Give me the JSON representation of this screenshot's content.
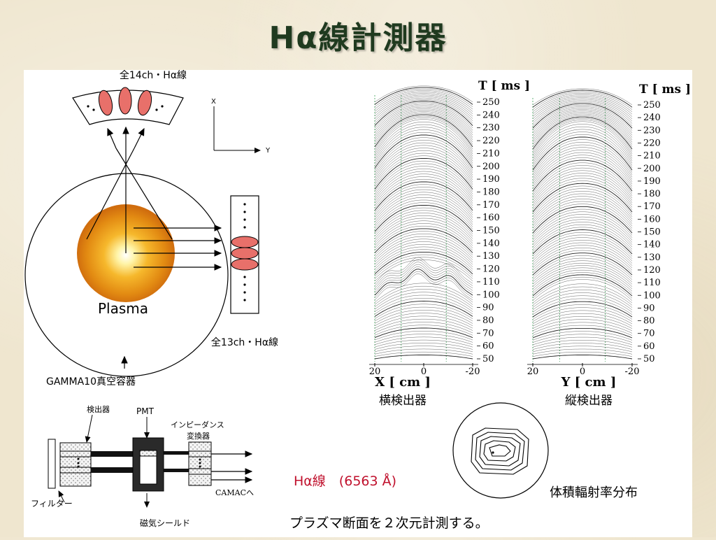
{
  "title": "Hα線計測器",
  "geometry": {
    "top_label": "全14ch・Hα線",
    "side_label": "全13ch・Hα線",
    "plasma_label": "Plasma",
    "vessel_label": "GAMMA10真空容器",
    "axis_x": "X",
    "axis_y": "Y"
  },
  "circuit": {
    "detector_label": "検出器",
    "pmt_label": "PMT",
    "impedance_label_1": "インピーダンス",
    "impedance_label_2": "変換器",
    "camac_label": "CAMACへ",
    "filter_label": "フィルター",
    "shield_label": "磁気シールド"
  },
  "halpha_note": "Hα線　(6563 Å)",
  "contour_label": "体積輻射率分布",
  "caption": "プラズマ断面を２次元計測する。",
  "chart_data": [
    {
      "type": "line",
      "title": "",
      "xlabel": "X [ cm ]",
      "sublabel": "横検出器",
      "ylabel": "T [ ms ]",
      "x_ticks": [
        "20",
        "0",
        "-20"
      ],
      "y_ticks": [
        250,
        240,
        230,
        220,
        210,
        200,
        190,
        180,
        170,
        160,
        150,
        140,
        130,
        120,
        110,
        100,
        90,
        80,
        70,
        60,
        50
      ],
      "ylim": [
        50,
        250
      ]
    },
    {
      "type": "line",
      "title": "",
      "xlabel": "Y [ cm ]",
      "sublabel": "縦検出器",
      "ylabel": "T [ ms ]",
      "x_ticks": [
        "20",
        "0",
        "-20"
      ],
      "y_ticks": [
        250,
        240,
        230,
        220,
        210,
        200,
        190,
        180,
        170,
        160,
        150,
        140,
        130,
        120,
        110,
        100,
        90,
        80,
        70,
        60,
        50
      ],
      "ylim": [
        50,
        250
      ]
    }
  ]
}
